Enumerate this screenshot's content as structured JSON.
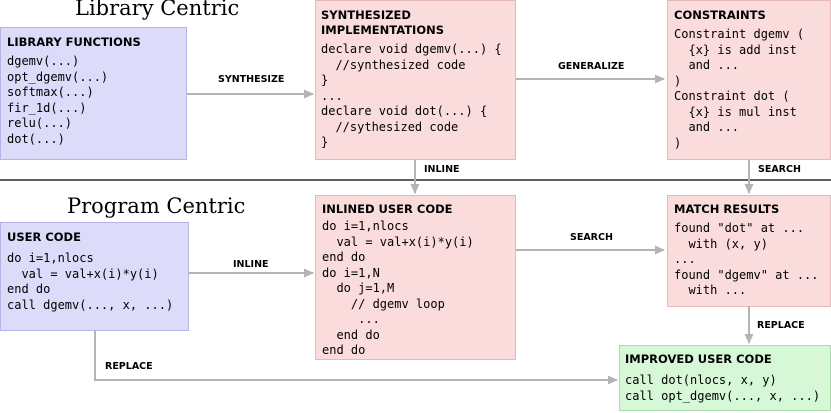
{
  "sections": {
    "library": "Library Centric",
    "program": "Program Centric"
  },
  "boxes": {
    "library_functions": {
      "title": "LIBRARY FUNCTIONS",
      "code": "dgemv(...)\nopt_dgemv(...)\nsoftmax(...)\nfir_1d(...)\nrelu(...)\ndot(...)"
    },
    "synthesized": {
      "title": "SYNTHESIZED\nIMPLEMENTATIONS",
      "code": "declare void dgemv(...) {\n  //synthesized code\n}\n...\ndeclare void dot(...) {\n  //sythesized code\n}"
    },
    "constraints": {
      "title": "CONSTRAINTS",
      "code": "Constraint dgemv (\n  {x} is add inst\n  and ...\n)\nConstraint dot (\n  {x} is mul inst\n  and ...\n)"
    },
    "user_code": {
      "title": "USER CODE",
      "code": "do i=1,nlocs\n  val = val+x(i)*y(i)\nend do\ncall dgemv(..., x, ...)"
    },
    "inlined": {
      "title": "INLINED USER CODE",
      "code": "do i=1,nlocs\n  val = val+x(i)*y(i)\nend do\ndo i=1,N\n  do j=1,M\n    // dgemv loop\n     ...\n  end do\nend do"
    },
    "match": {
      "title": "MATCH RESULTS",
      "code": "found \"dot\" at ...\n  with (x, y)\n...\nfound \"dgemv\" at ...\n  with ..."
    },
    "improved": {
      "title": "IMPROVED USER CODE",
      "code": "call dot(nlocs, x, y)\ncall opt_dgemv(..., x, ...)"
    }
  },
  "edges": {
    "synthesize": "SYNTHESIZE",
    "generalize": "GENERALIZE",
    "inline_top": "INLINE",
    "search_right": "SEARCH",
    "inline_left": "INLINE",
    "search_mid": "SEARCH",
    "replace_right": "REPLACE",
    "replace_bottom": "REPLACE"
  },
  "colors": {
    "library_box": "#dcdcfa",
    "implementation_box": "#fadcdc",
    "result_box": "#d7f8d7",
    "arrow": "#b4b4b4",
    "divider": "#000000"
  }
}
